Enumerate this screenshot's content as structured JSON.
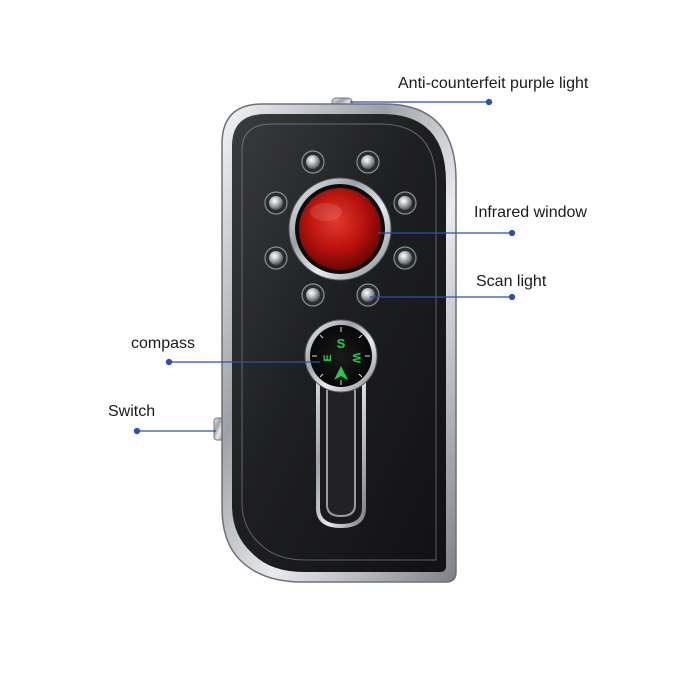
{
  "labels": {
    "purple_light": "Anti-counterfeit purple light",
    "infrared_window": "Infrared window",
    "scan_light": "Scan light",
    "compass": "compass",
    "switch": "Switch"
  },
  "compass_letters": {
    "s": "S",
    "w": "W",
    "e": "E"
  },
  "colors": {
    "callout_line": "#2a4fb5",
    "device_body": "#1c1c1e",
    "chrome_rim": "#c9ccd1",
    "infrared_window": "#c4120f",
    "compass_letters": "#1fd14a"
  },
  "icons": {
    "infrared": "infrared-window-icon",
    "compass": "compass-icon",
    "scan_leds": "led-icon"
  }
}
